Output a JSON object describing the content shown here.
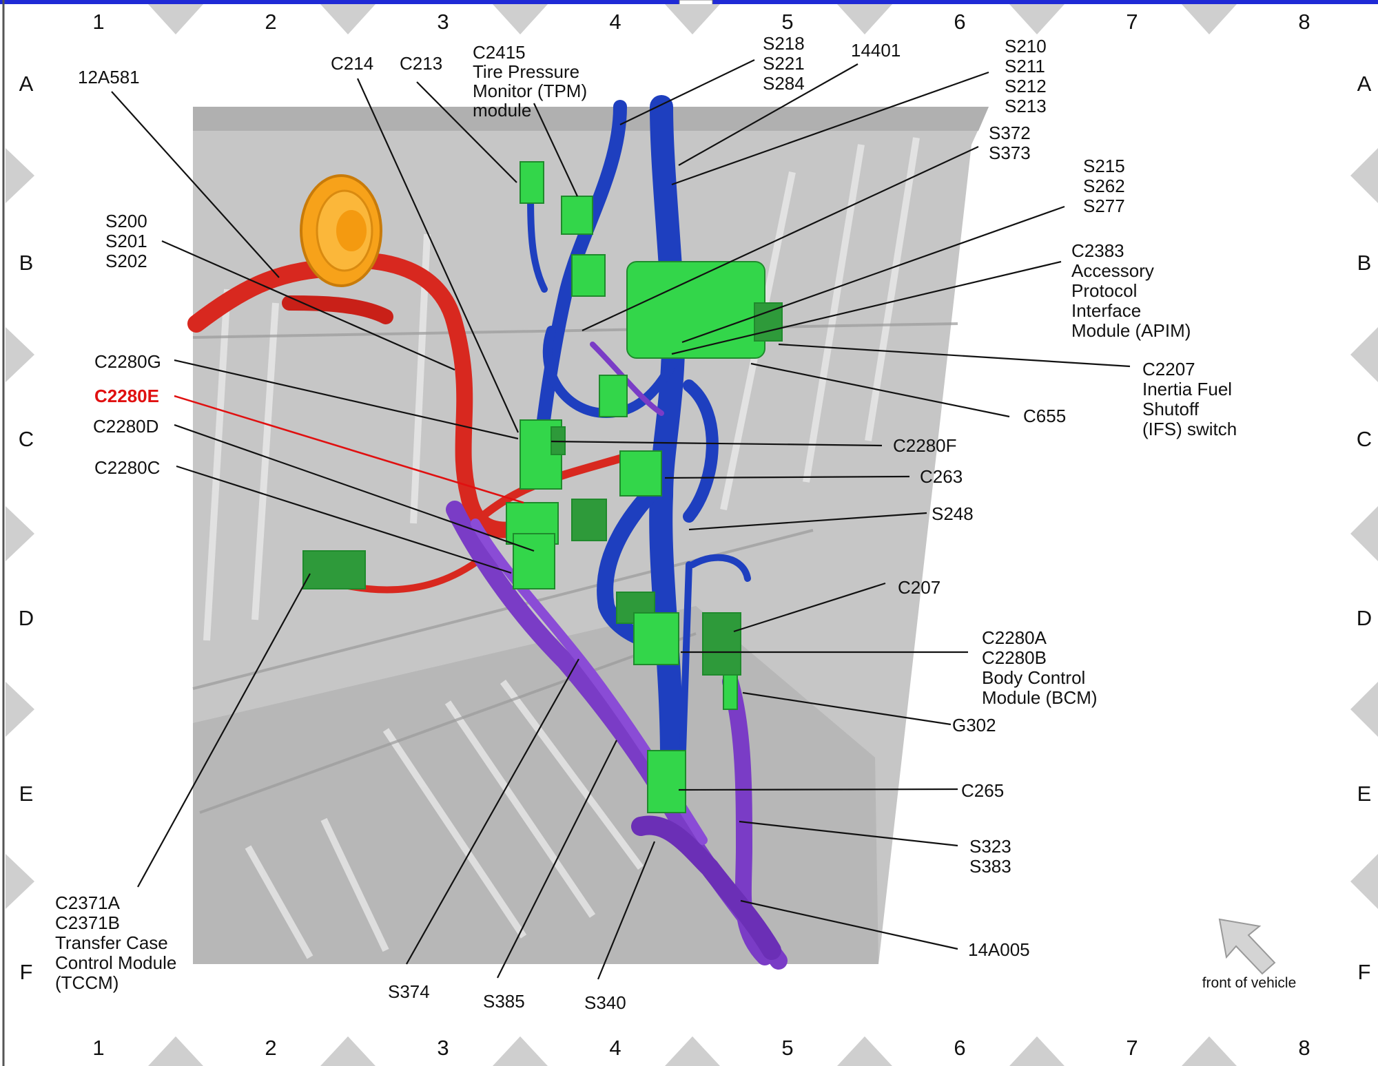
{
  "colors": {
    "frame_blue": "#1f2ad6",
    "highlight_red": "#e01010",
    "harness_blue": "#1e3fbf",
    "harness_red": "#d8281f",
    "harness_purple": "#7a3cc6",
    "connector_green": "#33d64a",
    "panel_gray": "#bdbdbd"
  },
  "grid": {
    "columns": [
      "1",
      "2",
      "3",
      "4",
      "5",
      "6",
      "7",
      "8"
    ],
    "rows": [
      "A",
      "B",
      "C",
      "D",
      "E",
      "F"
    ]
  },
  "callouts": {
    "c12a581": [
      "12A581"
    ],
    "c214": [
      "C214"
    ],
    "c213": [
      "C213"
    ],
    "c2415": [
      "C2415",
      "Tire Pressure",
      "Monitor (TPM)",
      "module"
    ],
    "s218": [
      "S218",
      "S221",
      "S284"
    ],
    "c14401": [
      "14401"
    ],
    "s210": [
      "S210",
      "S211",
      "S212",
      "S213"
    ],
    "s372": [
      "S372",
      "S373"
    ],
    "s215": [
      "S215",
      "S262",
      "S277"
    ],
    "c2383": [
      "C2383",
      "Accessory",
      "Protocol",
      "Interface",
      "Module (APIM)"
    ],
    "s200": [
      "S200",
      "S201",
      "S202"
    ],
    "c2280g": [
      "C2280G"
    ],
    "c2280e": [
      "C2280E"
    ],
    "c2280d": [
      "C2280D"
    ],
    "c2280c": [
      "C2280C"
    ],
    "c2207": [
      "C2207",
      "Inertia Fuel",
      "Shutoff",
      "(IFS) switch"
    ],
    "c655": [
      "C655"
    ],
    "c2280f": [
      "C2280F"
    ],
    "c263": [
      "C263"
    ],
    "s248": [
      "S248"
    ],
    "c207": [
      "C207"
    ],
    "c2280a": [
      "C2280A",
      "C2280B",
      "Body Control",
      "Module (BCM)"
    ],
    "g302": [
      "G302"
    ],
    "c265": [
      "C265"
    ],
    "s323": [
      "S323",
      "S383"
    ],
    "c14a005": [
      "14A005"
    ],
    "c2371": [
      "C2371A",
      "C2371B",
      "Transfer Case",
      "Control Module",
      "(TCCM)"
    ],
    "s374": [
      "S374"
    ],
    "s385": [
      "S385"
    ],
    "s340": [
      "S340"
    ]
  },
  "front_of_vehicle": "front of vehicle"
}
